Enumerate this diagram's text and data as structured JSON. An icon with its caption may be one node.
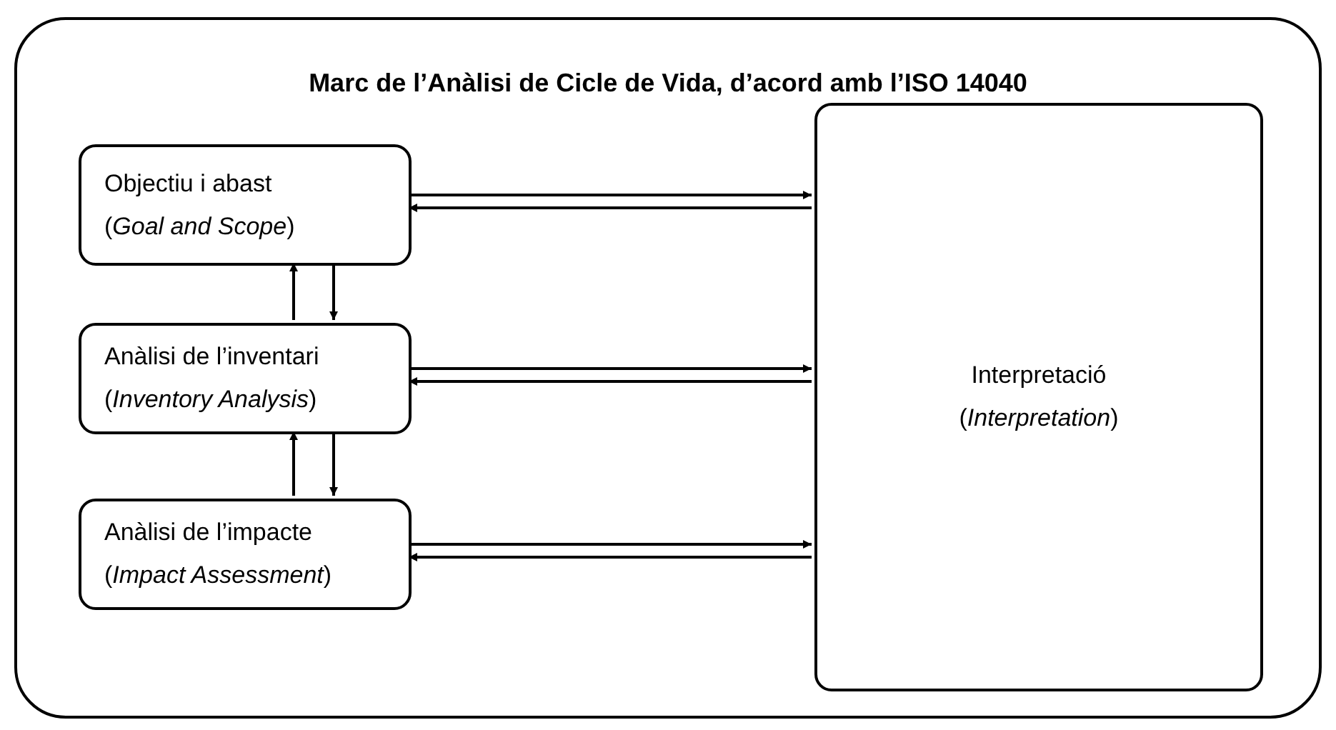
{
  "diagram": {
    "nodes": [
      {
        "text": [
          "Marc de l’Anàlisi de Cicle de Vida, d’acord amb l’ISO 14040"
        ]
      },
      {
        "text": [
          "Objectiu i abast",
          "(*Goal and Scope*)"
        ],
        "in": 0
      },
      {
        "text": [
          "Anàlisi de l’inventari",
          "(*Inventory Analysis*)"
        ],
        "in": 0
      },
      {
        "text": [
          "Anàlisi de l’impacte",
          "(*Impact Assessment*)"
        ],
        "in": 0
      },
      {
        "text": [
          "Interpretació",
          "(*Interpretation*)"
        ],
        "in": 0
      }
    ],
    "edges": [
      {
        "from": 1,
        "to": 4,
        "arrow": "to"
      },
      {
        "from": 4,
        "to": 1,
        "arrow": "to"
      },
      {
        "from": 2,
        "to": 1,
        "arrow": "to"
      },
      {
        "from": 1,
        "to": 2,
        "arrow": "to"
      },
      {
        "from": 2,
        "to": 4,
        "arrow": "to"
      },
      {
        "from": 4,
        "to": 2,
        "arrow": "to"
      },
      {
        "from": 3,
        "to": 2,
        "arrow": "to"
      },
      {
        "from": 2,
        "to": 3,
        "arrow": "to"
      },
      {
        "from": 3,
        "to": 4,
        "arrow": "to"
      },
      {
        "from": 4,
        "to": 3,
        "arrow": "to"
      }
    ]
  }
}
